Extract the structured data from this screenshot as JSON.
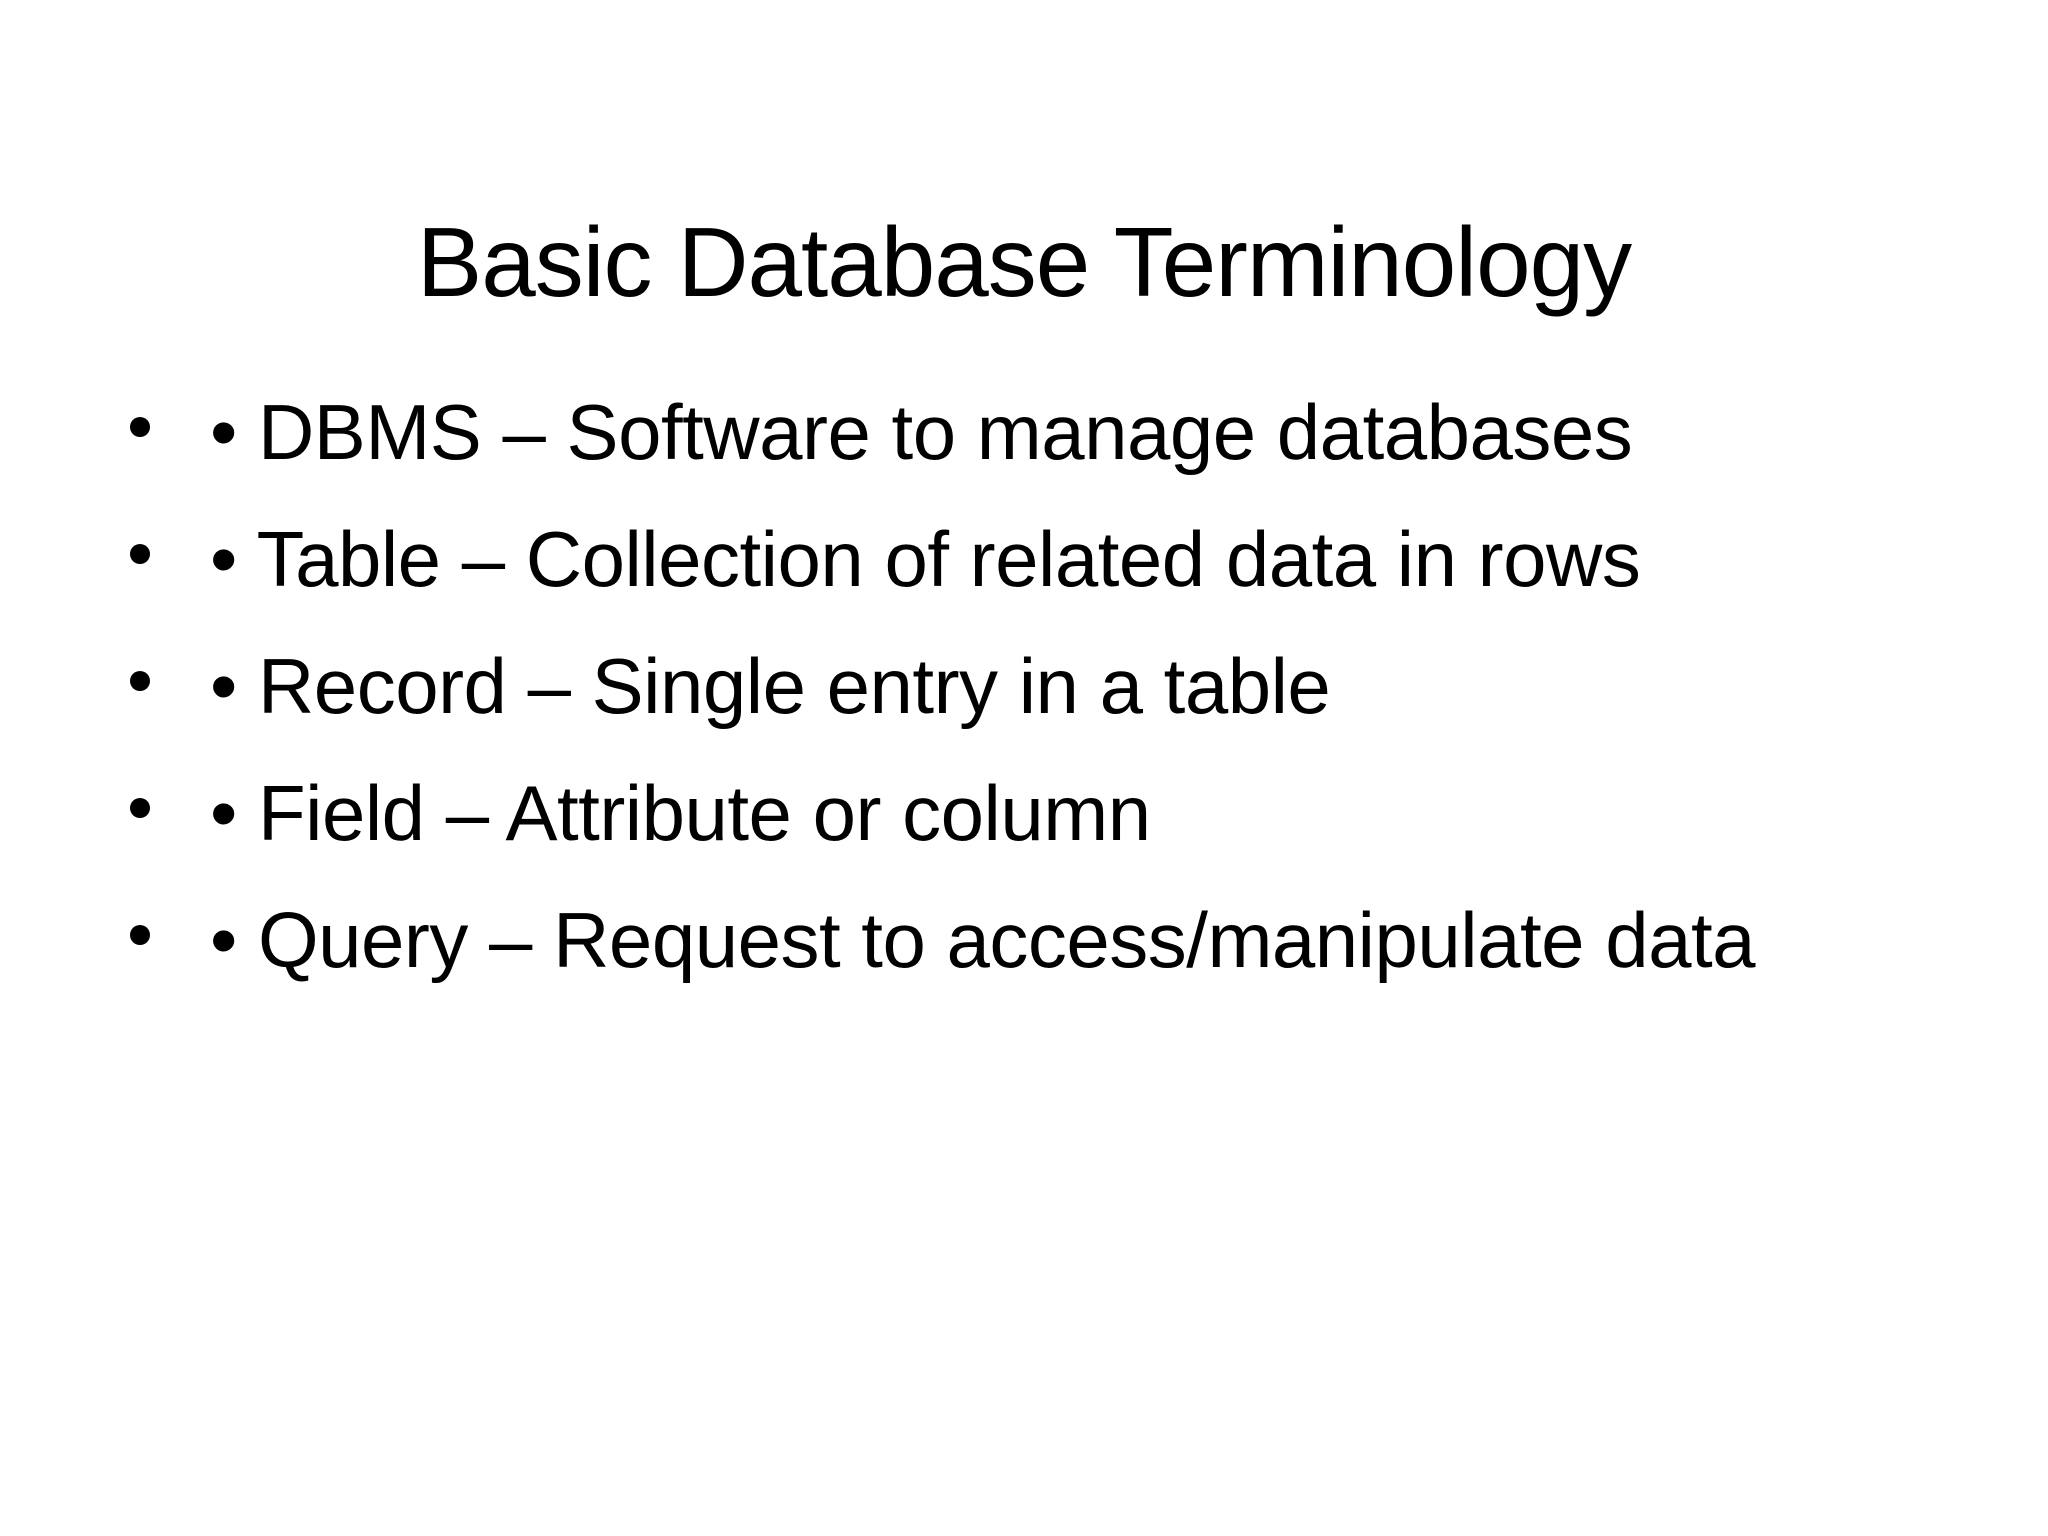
{
  "slide": {
    "title": "Basic Database Terminology",
    "bullets": [
      "• DBMS – Software to manage databases",
      "• Table – Collection of related data in rows",
      "• Record – Single entry in a table",
      "• Field – Attribute or column",
      "• Query – Request to access/manipulate data"
    ],
    "colors": {
      "background": "#ffffff",
      "text": "#000000"
    }
  }
}
